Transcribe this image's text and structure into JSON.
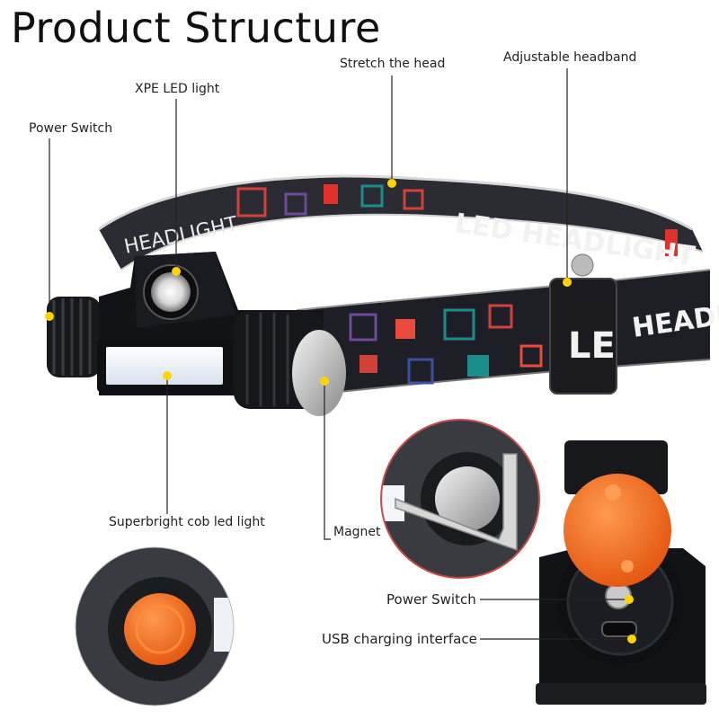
{
  "title": "Product Structure",
  "labels": {
    "stretch_head": "Stretch the head",
    "adjustable_headband": "Adjustable headband",
    "xpe_led": "XPE LED light",
    "power_switch_top": "Power Switch",
    "cob_led": "Superbright cob led light",
    "magnet": "Magnet",
    "power_switch_detail": "Power Switch",
    "usb_interface": "USB charging interface"
  },
  "band_text": {
    "a": "HEADLIGHT",
    "b": "LED HEADLIGHT",
    "c": "LE",
    "d": "HEADLI"
  },
  "colors": {
    "marker": "#ffd400",
    "leader": "#222222",
    "band": "#1e1f26",
    "accent_orange": "#f46a1f",
    "detail_border": "#c94a4a"
  }
}
